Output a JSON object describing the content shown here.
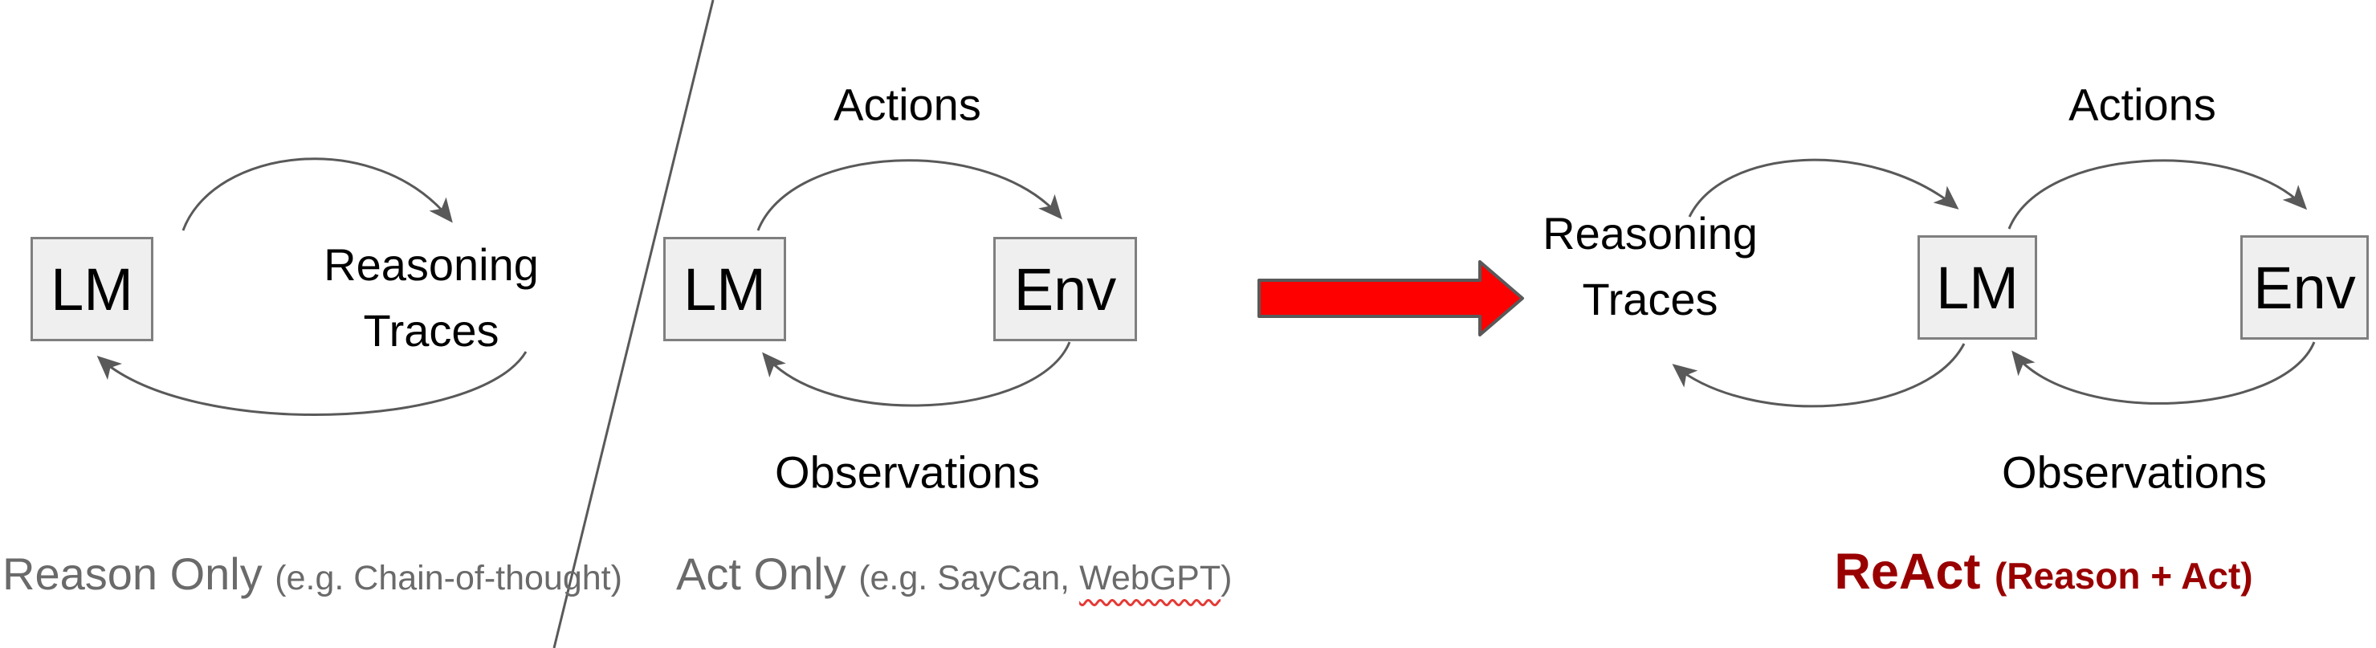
{
  "colors": {
    "background": "#FFFFFF",
    "box_fill": "#EFEFEF",
    "box_border": "#7F7F7F",
    "arc_stroke": "#595959",
    "caption_gray": "#6A6A6A",
    "arrow_red": "#FF0000",
    "react_red": "#990000",
    "squiggle_red": "#E53935"
  },
  "reason_only": {
    "lm": "LM",
    "loop_label_line1": "Reasoning",
    "loop_label_line2": "Traces",
    "caption": "Reason Only",
    "caption_note": "(e.g. Chain-of-thought)"
  },
  "act_only": {
    "lm": "LM",
    "env": "Env",
    "actions": "Actions",
    "observations": "Observations",
    "caption": "Act Only",
    "note_prefix": "(e.g. SayCan, ",
    "note_webgpt": "WebGPT",
    "note_suffix": ")"
  },
  "react": {
    "loop_label_line1": "Reasoning",
    "loop_label_line2": "Traces",
    "lm": "LM",
    "env": "Env",
    "actions": "Actions",
    "observations": "Observations",
    "caption": "ReAct",
    "caption_note": "(Reason + Act)"
  }
}
